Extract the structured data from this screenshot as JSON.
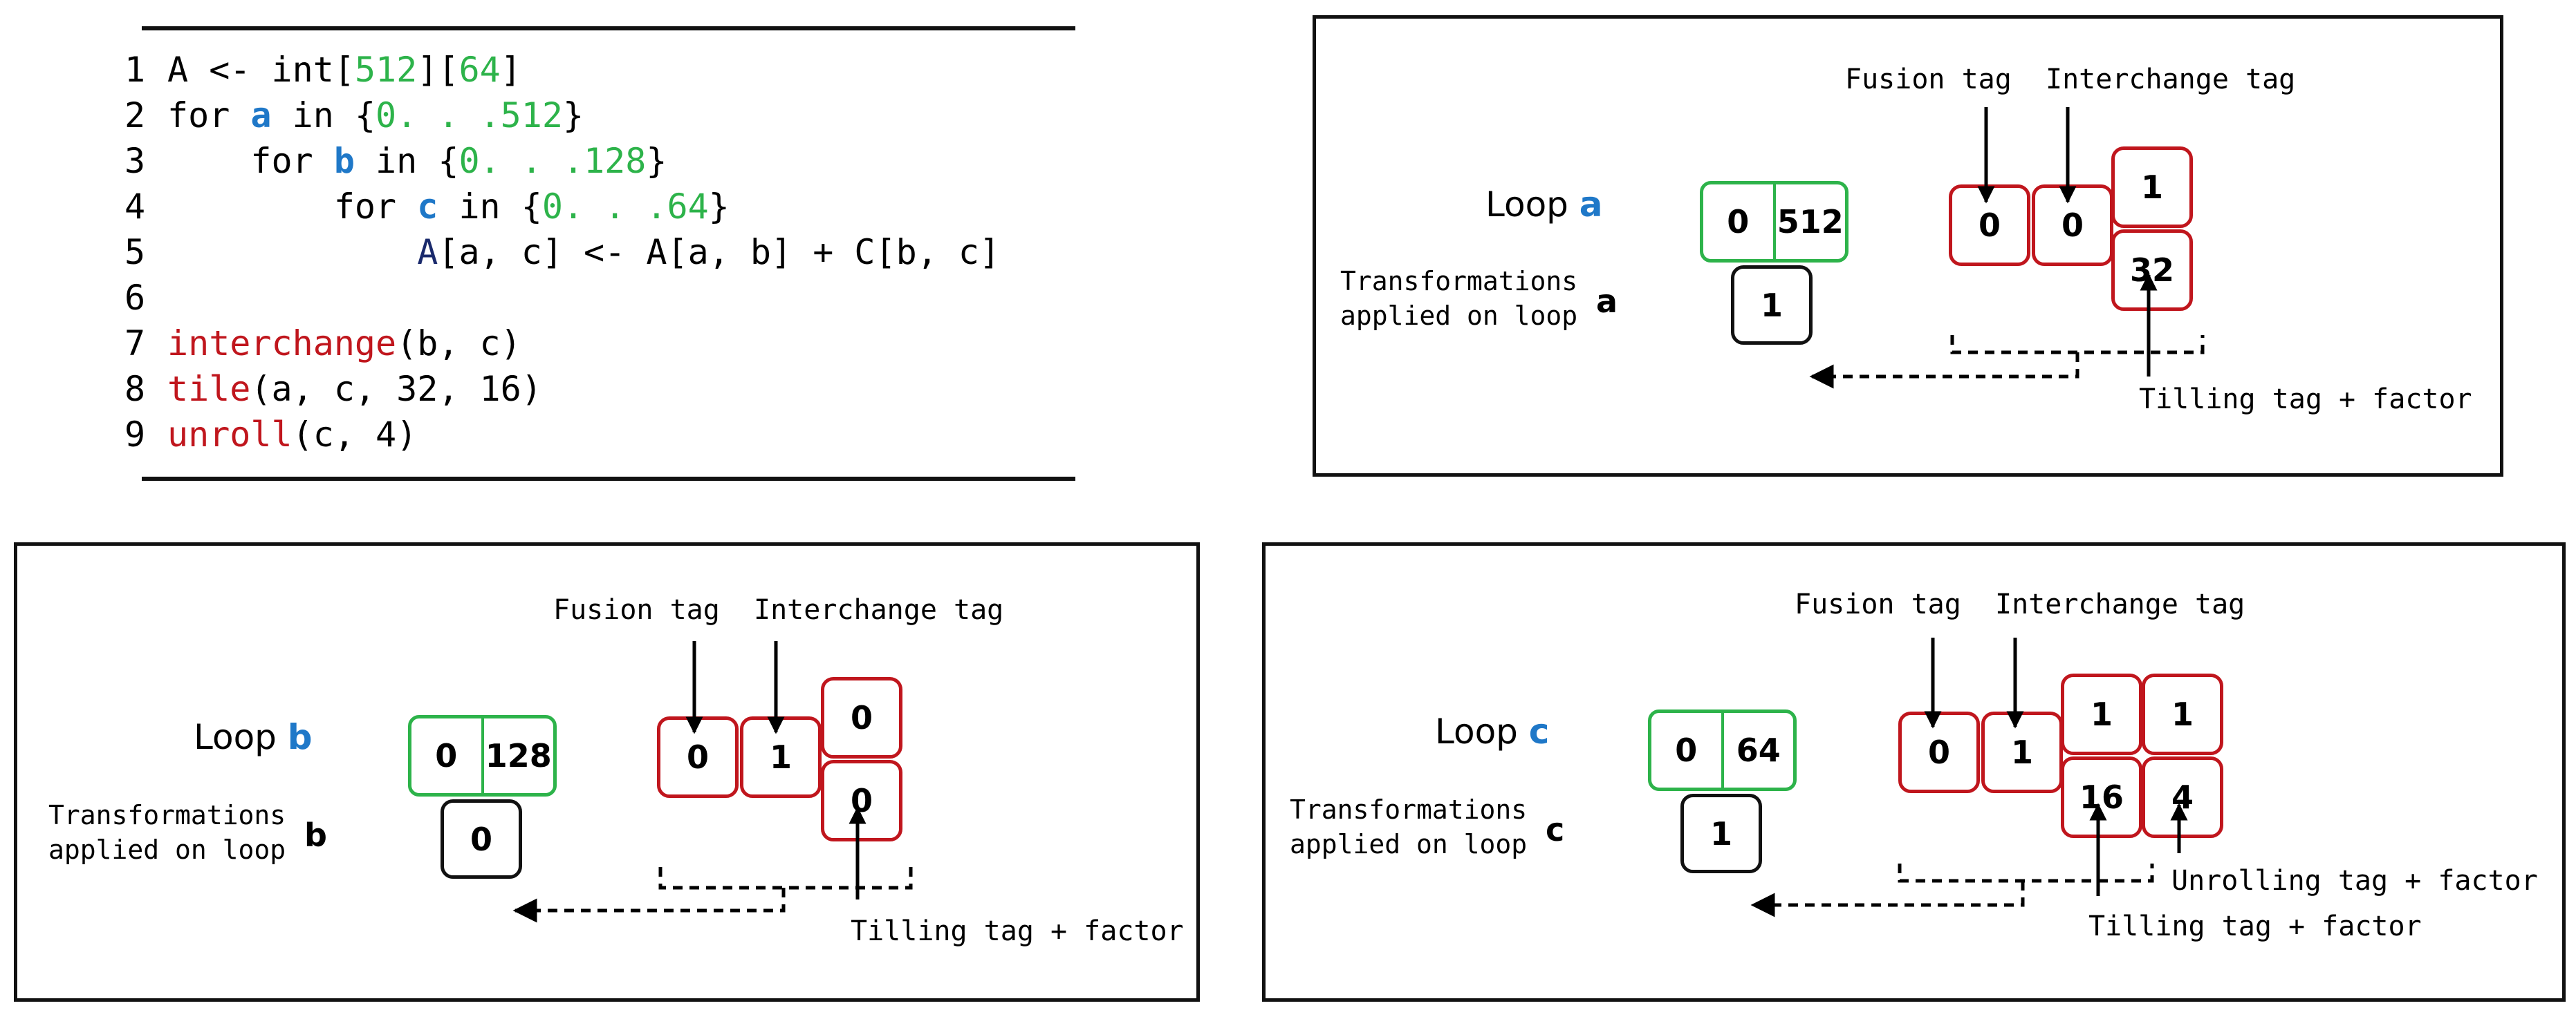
{
  "code": {
    "lines": [
      {
        "num": "1",
        "parts": [
          {
            "t": "A <- int["
          },
          {
            "t": "512",
            "c": "num"
          },
          {
            "t": "]["
          },
          {
            "t": "64",
            "c": "num"
          },
          {
            "t": "]"
          }
        ]
      },
      {
        "num": "2",
        "parts": [
          {
            "t": "for "
          },
          {
            "t": "a",
            "c": "var"
          },
          {
            "t": " in {"
          },
          {
            "t": "0. . .512",
            "c": "num"
          },
          {
            "t": "}"
          }
        ]
      },
      {
        "num": "3",
        "parts": [
          {
            "t": "    for "
          },
          {
            "t": "b",
            "c": "var"
          },
          {
            "t": " in {"
          },
          {
            "t": "0. . .128",
            "c": "num"
          },
          {
            "t": "}"
          }
        ]
      },
      {
        "num": "4",
        "parts": [
          {
            "t": "        for "
          },
          {
            "t": "c",
            "c": "var"
          },
          {
            "t": " in {"
          },
          {
            "t": "0. . .64",
            "c": "num"
          },
          {
            "t": "}"
          }
        ]
      },
      {
        "num": "5",
        "parts": [
          {
            "t": "            "
          },
          {
            "t": "A",
            "c": "A"
          },
          {
            "t": "[a, c] <- A[a, b] + C[b, c]"
          }
        ]
      },
      {
        "num": "6",
        "parts": []
      },
      {
        "num": "7",
        "parts": [
          {
            "t": "interchange",
            "c": "tr"
          },
          {
            "t": "(b, c)"
          }
        ]
      },
      {
        "num": "8",
        "parts": [
          {
            "t": "tile",
            "c": "tr"
          },
          {
            "t": "(a, c, 32, 16)"
          }
        ]
      },
      {
        "num": "9",
        "parts": [
          {
            "t": "unroll",
            "c": "tr"
          },
          {
            "t": "(c, 4)"
          }
        ]
      }
    ]
  },
  "panels": {
    "a": {
      "loop_prefix": "Loop ",
      "loop_var": "a",
      "trans_line1": "Transformations",
      "trans_line2": "applied on loop",
      "trans_var": "a",
      "range": [
        "0",
        "512"
      ],
      "applied": "1",
      "fusion_label": "Fusion tag",
      "interchange_label": "Interchange tag",
      "fusion_value": "0",
      "interchange_value": "0",
      "tile_tag": "1",
      "tile_factor": "32",
      "tiling_label": "Tilling tag + factor"
    },
    "b": {
      "loop_prefix": "Loop ",
      "loop_var": "b",
      "trans_line1": "Transformations",
      "trans_line2": "applied on loop",
      "trans_var": "b",
      "range": [
        "0",
        "128"
      ],
      "applied": "0",
      "fusion_label": "Fusion tag",
      "interchange_label": "Interchange tag",
      "fusion_value": "0",
      "interchange_value": "1",
      "tile_tag": "0",
      "tile_factor": "0",
      "tiling_label": "Tilling tag + factor"
    },
    "c": {
      "loop_prefix": "Loop ",
      "loop_var": "c",
      "trans_line1": "Transformations",
      "trans_line2": "applied on loop",
      "trans_var": "c",
      "range": [
        "0",
        "64"
      ],
      "applied": "1",
      "fusion_label": "Fusion tag",
      "interchange_label": "Interchange tag",
      "fusion_value": "0",
      "interchange_value": "1",
      "tile_tag": "1",
      "tile_factor": "16",
      "unroll_tag": "1",
      "unroll_factor": "4",
      "tiling_label": "Tilling tag + factor",
      "unrolling_label": "Unrolling tag + factor"
    }
  },
  "colors": {
    "number": "#2db34a",
    "variable": "#1f78c8",
    "transform": "#c0161d",
    "range_box": "#2db34a",
    "tag_box": "#c0161d"
  }
}
